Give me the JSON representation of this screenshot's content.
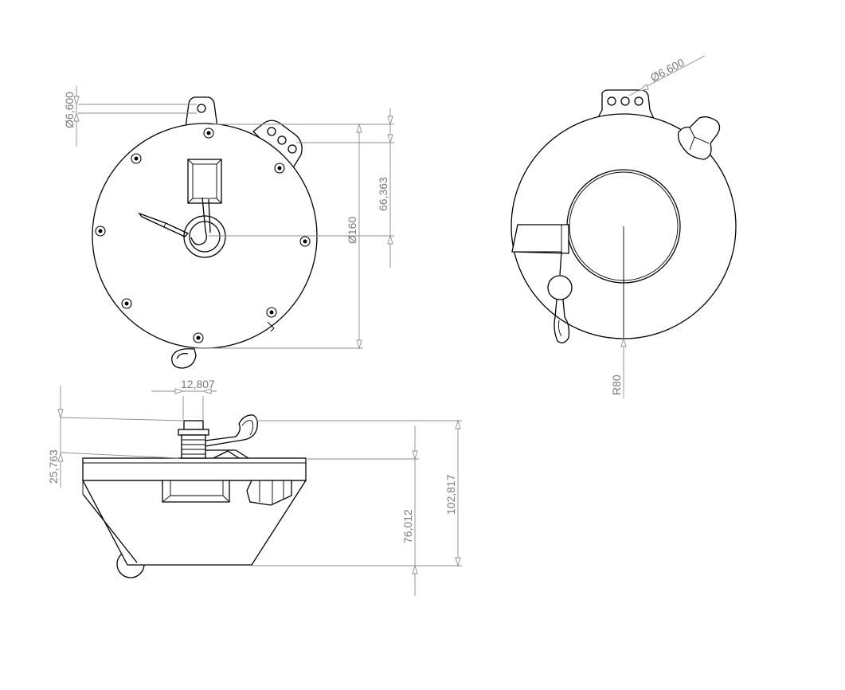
{
  "drawing": {
    "ink_color": "#000000",
    "dimension_color": "#8c8c8c",
    "front_view": {
      "dim_hole": "Ø6,600",
      "dim_height": "66,363",
      "dim_diameter": "Ø160"
    },
    "rear_view": {
      "dim_hole": "Ø6,600",
      "dim_radius": "R80"
    },
    "side_view": {
      "dim_top_width": "12,807",
      "dim_left_height": "25,763",
      "dim_body_height": "76,012",
      "dim_total_height": "102,817"
    }
  }
}
